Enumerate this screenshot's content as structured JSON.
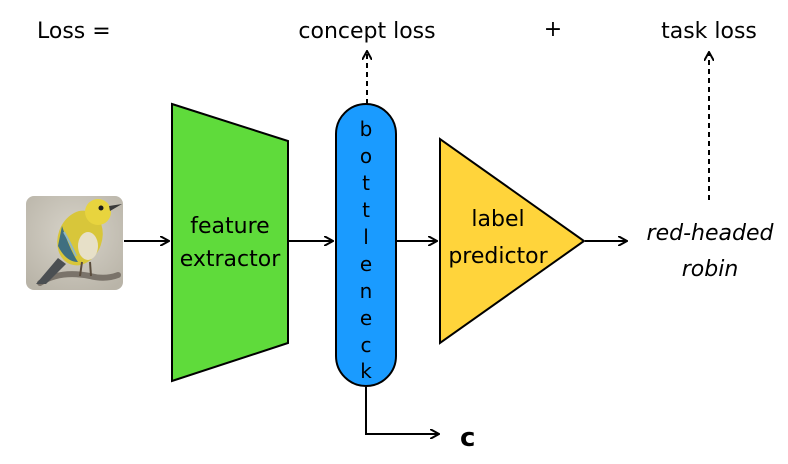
{
  "header": {
    "loss": "Loss =",
    "concept_loss": "concept loss",
    "plus": "+",
    "task_loss": "task loss"
  },
  "feature_extractor": {
    "line1": "feature",
    "line2": "extractor"
  },
  "bottleneck": {
    "letters": [
      "b",
      "o",
      "t",
      "t",
      "l",
      "e",
      "n",
      "e",
      "c",
      "k"
    ]
  },
  "label_predictor": {
    "line1": "label",
    "line2": "predictor"
  },
  "output": {
    "line1": "red-headed",
    "line2": "robin"
  },
  "concepts_output": "c",
  "colors": {
    "feature_extractor": "#5fdb3b",
    "bottleneck": "#1a9bff",
    "label_predictor": "#ffd43b",
    "stroke": "#000000"
  },
  "icons": {
    "input_image": "bird-photo-icon"
  }
}
